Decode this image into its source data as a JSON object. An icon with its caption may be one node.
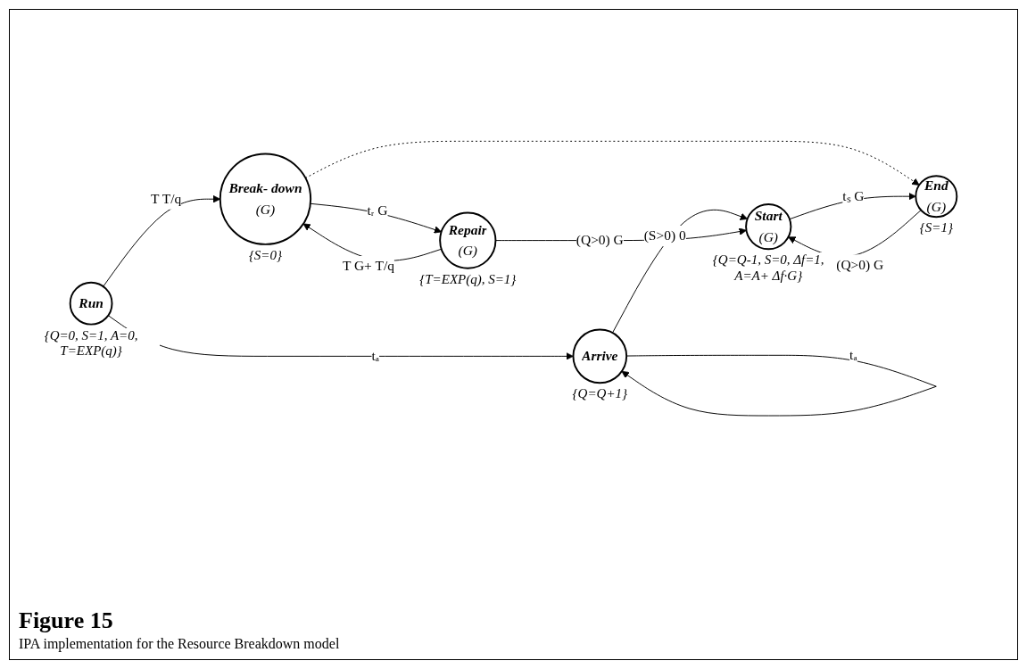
{
  "diagram": {
    "title": "Figure 15",
    "caption": "IPA implementation for the Resource Breakdown model",
    "nodes": [
      {
        "text": [
          "Break- down",
          "(G)"
        ],
        "beside": [
          "{S=0}"
        ]
      },
      {
        "text": [
          "Repair",
          "(G)"
        ],
        "beside": [
          "{T=EXP(q), S=1}"
        ]
      },
      {
        "text": [
          "Run"
        ],
        "beside": [
          "{Q=0, S=1, A=0, T=EXP(q)}"
        ]
      },
      {
        "text": [
          "Arrive"
        ],
        "beside": [
          "{Q=Q+1}"
        ]
      },
      {
        "text": [
          "Start",
          "(G)"
        ],
        "beside": [
          "{Q=Q-1, S=0, Δf=1, A=A+ Δf·G}"
        ]
      },
      {
        "text": [
          "End",
          "(G)"
        ],
        "beside": [
          "{S=1}"
        ]
      }
    ],
    "edges": [
      {
        "from": 2,
        "to": 0,
        "arrow": "to",
        "label": "T T/q"
      },
      {
        "from": 2,
        "to": 3,
        "arrow": "to",
        "label": "tₐ"
      },
      {
        "from": 3,
        "to": 3,
        "arrow": "to",
        "label": "tₐ"
      },
      {
        "from": 3,
        "to": 4,
        "arrow": "to",
        "label": "(S>0) 0"
      },
      {
        "from": 0,
        "to": 1,
        "arrow": "to",
        "label": "tᵣ G"
      },
      {
        "from": 1,
        "to": 0,
        "arrow": "to",
        "label": "T G+ T/q"
      },
      {
        "from": 1,
        "to": 4,
        "arrow": "to",
        "label": "(Q>0) G"
      },
      {
        "from": 0,
        "to": 5,
        "arrow": "to",
        "style": "dashed"
      },
      {
        "from": 4,
        "to": 5,
        "arrow": "to",
        "label": "tₛ G"
      },
      {
        "from": 5,
        "to": 4,
        "arrow": "to",
        "label": "(Q>0) G"
      }
    ]
  }
}
